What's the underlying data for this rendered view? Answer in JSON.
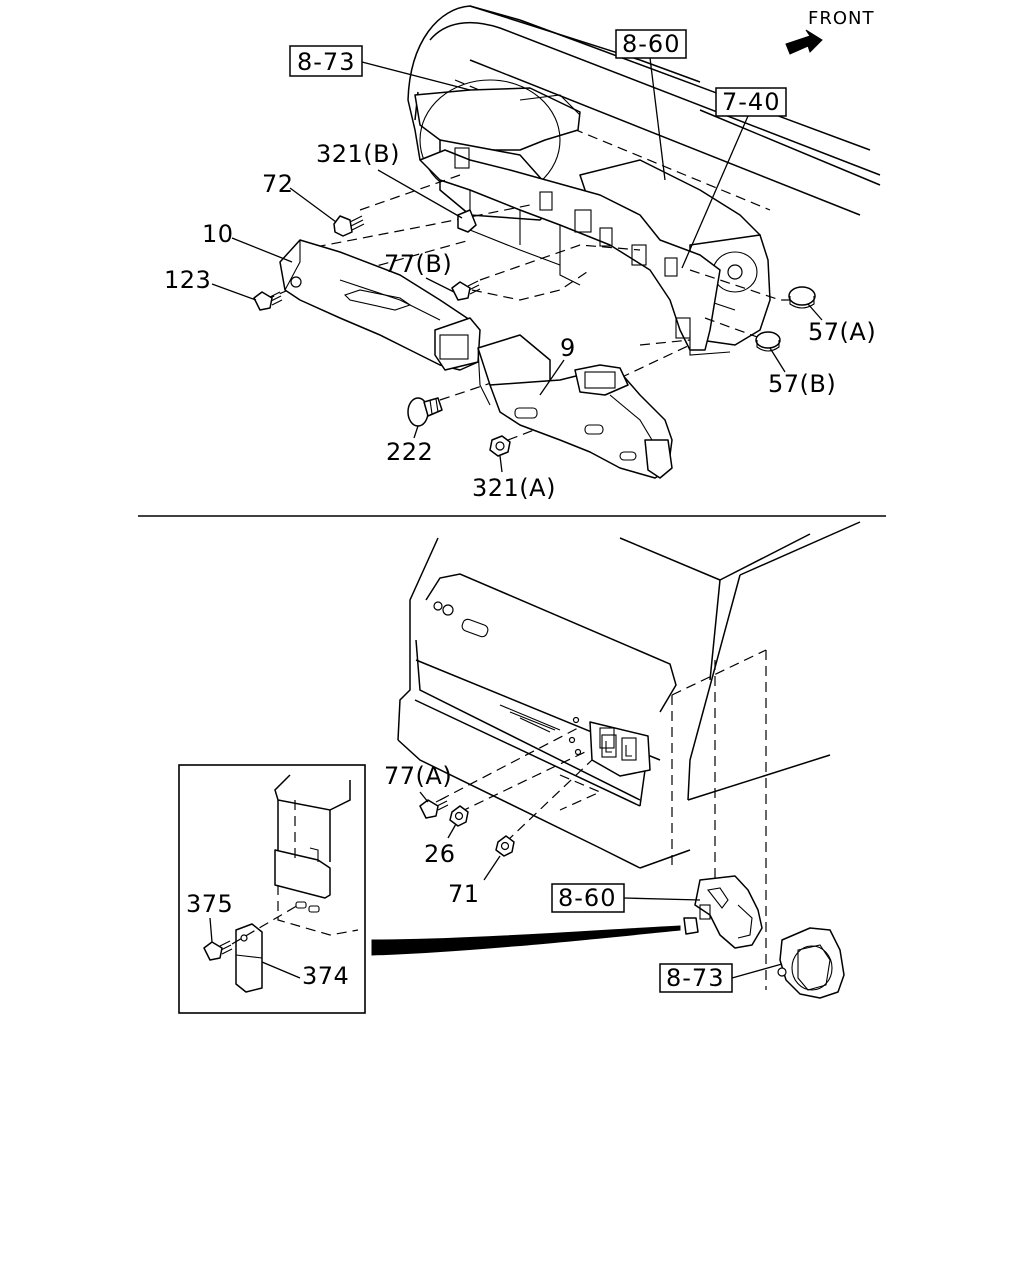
{
  "orientation": {
    "label": "FRONT"
  },
  "callouts": {
    "ref_8_73_top": "8-73",
    "ref_8_60_top": "8-60",
    "ref_7_40": "7-40",
    "ref_8_60_bottom": "8-60",
    "ref_8_73_bottom": "8-73"
  },
  "parts": {
    "p321b": "321(B)",
    "p72": "72",
    "p10": "10",
    "p123": "123",
    "p77b": "77(B)",
    "p57a": "57(A)",
    "p57b": "57(B)",
    "p9": "9",
    "p222": "222",
    "p321a": "321(A)",
    "p77a": "77(A)",
    "p26": "26",
    "p71": "71",
    "p375": "375",
    "p374": "374"
  }
}
